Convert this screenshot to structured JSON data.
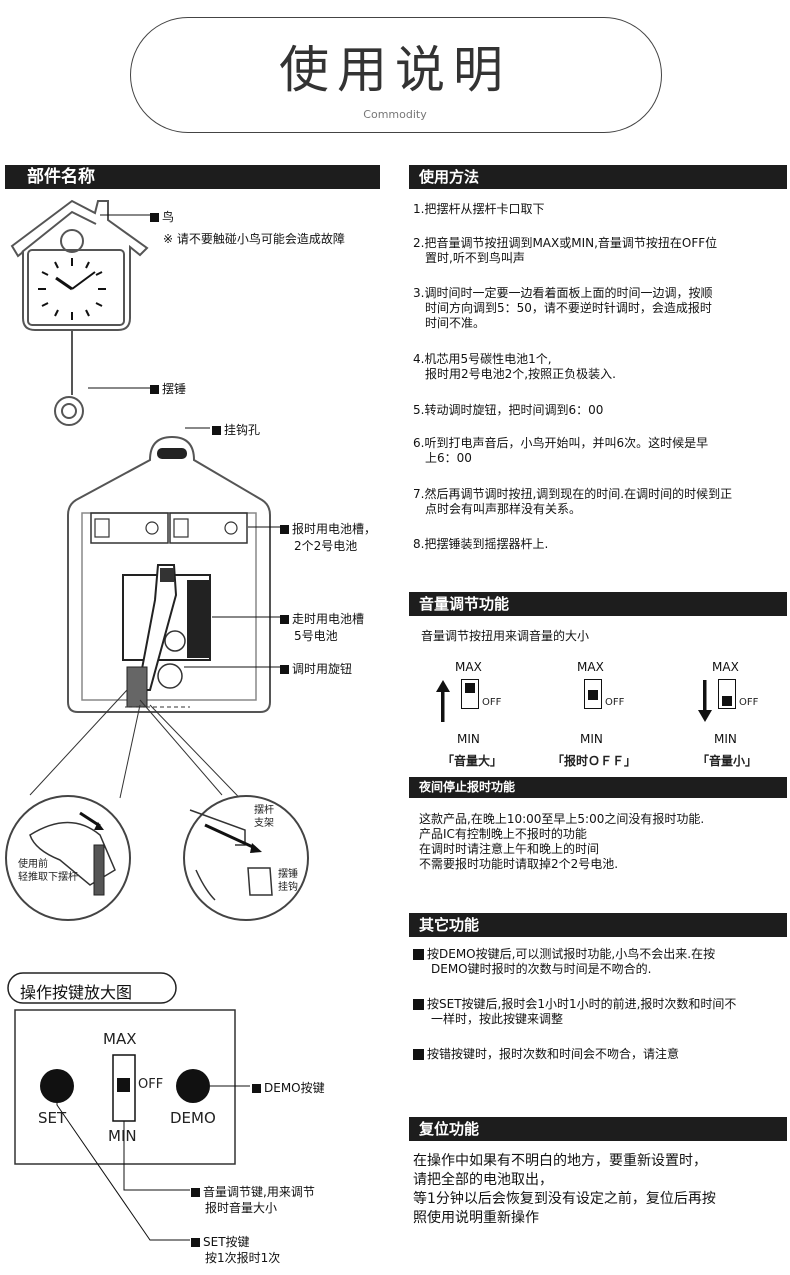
{
  "header": {
    "title": "使用说明",
    "subtitle": "Commodity"
  },
  "parts": {
    "heading": "部件名称",
    "bird": "鸟",
    "bird_note": "※ 请不要触碰小鸟可能会造成故障",
    "pendulum": "摆锤",
    "hook": "挂钩孔",
    "chime_battery_1": "报时用电池槽，",
    "chime_battery_2": "2个2号电池",
    "clock_battery_1": "走时用电池槽",
    "clock_battery_2": "5号电池",
    "adjust_knob": "调时用旋钮",
    "before_use_1": "使用前",
    "before_use_2": "轻推取下摆杆",
    "bracket_1": "摆杆",
    "bracket_2": "支架",
    "hammer_1": "摆锤",
    "hammer_2": "挂钩"
  },
  "usage": {
    "heading": "使用方法",
    "steps": [
      {
        "l1": "1.把摆杆从摆杆卡口取下",
        "l2": "",
        "l3": ""
      },
      {
        "l1": "2.把音量调节按扭调到MAX或MIN,音量调节按扭在OFF位",
        "l2": "置时,听不到鸟叫声",
        "l3": ""
      },
      {
        "l1": "3.调时间时一定要一边看着面板上面的时间一边调，按顺",
        "l2": "时间方向调到5：50，请不要逆时针调时，会造成报时",
        "l3": "时间不准。"
      },
      {
        "l1": "4.机芯用5号碳性电池1个,",
        "l2": "报时用2号电池2个,按照正负极装入.",
        "l3": ""
      },
      {
        "l1": "5.转动调时旋钮，把时间调到6：00",
        "l2": "",
        "l3": ""
      },
      {
        "l1": "6.听到打电声音后，小鸟开始叫，并叫6次。这时候是早",
        "l2": "上6：00",
        "l3": ""
      },
      {
        "l1": "7.然后再调节调时按扭,调到现在的时间.在调时间的时候到正",
        "l2": "点时会有叫声那样没有关系。",
        "l3": ""
      },
      {
        "l1": "8.把摆锤装到摇摆器杆上.",
        "l2": "",
        "l3": ""
      }
    ]
  },
  "volume": {
    "heading": "音量调节功能",
    "desc": "音量调节按扭用来调音量的大小",
    "max": "MAX",
    "min": "MIN",
    "off": "OFF",
    "cap_loud": "「音量大」",
    "cap_off": "「报时ＯＦＦ」",
    "cap_quiet": "「音量小」"
  },
  "night": {
    "heading": "夜间停止报时功能",
    "lines": [
      "这款产品,在晚上10:00至早上5:00之间没有报时功能.",
      "产品IC有控制晚上不报时的功能",
      "在调时时请注意上午和晚上的时间",
      "不需要报时功能时请取掉2个2号电池."
    ]
  },
  "other": {
    "heading": "其它功能",
    "i1a": "按DEMO按键后,可以测试报时功能,小鸟不会出来.在按",
    "i1b": "DEMO键时报时的次数与时间是不吻合的.",
    "i2a": "按SET按键后,报时会1小时1小时的前进,报时次数和时间不",
    "i2b": "一样时，按此按键来调整",
    "i3a": "按错按键时，报时次数和时间会不吻合，请注意"
  },
  "reset": {
    "heading": "复位功能",
    "lines": [
      "在操作中如果有不明白的地方，要重新设置时，",
      "请把全部的电池取出，",
      "等1分钟以后会恢复到没有设定之前，复位后再按",
      "照使用说明重新操作"
    ]
  },
  "keys": {
    "heading": "操作按键放大图",
    "max": "MAX",
    "min": "MIN",
    "off": "OFF",
    "set": "SET",
    "demo": "DEMO",
    "demo_label": "DEMO按键",
    "vol_1": "音量调节键,用来调节",
    "vol_2": "报时音量大小",
    "set_1": "SET按键",
    "set_2": "按1次报时1次"
  }
}
